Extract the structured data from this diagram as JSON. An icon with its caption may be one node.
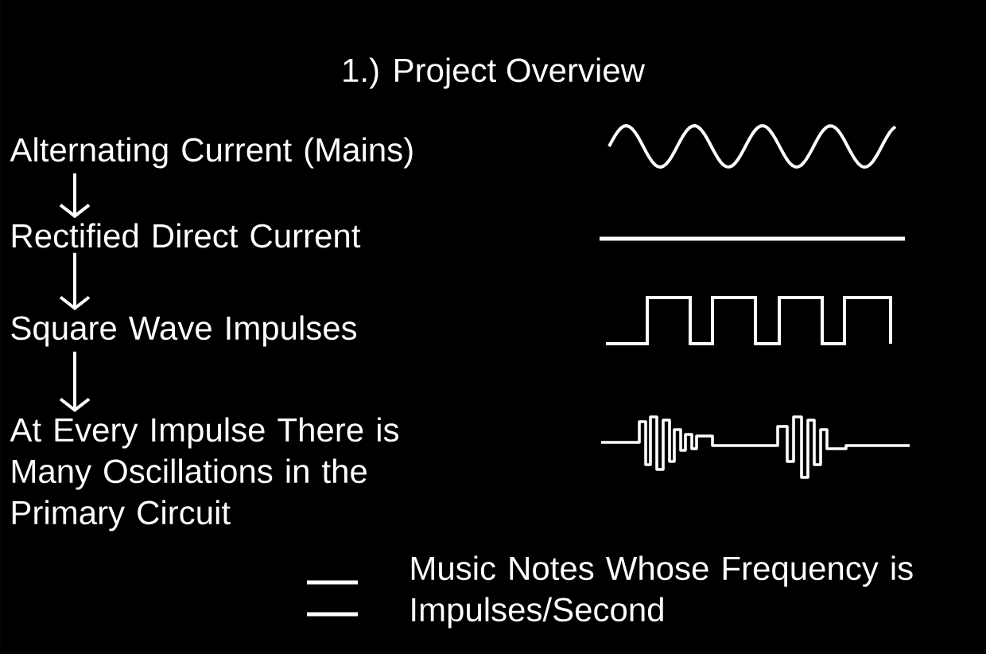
{
  "diagram": {
    "title": "1.) Project Overview",
    "nodes": [
      {
        "text": [
          "Alternating Current (Mains)"
        ]
      },
      {
        "text": [
          "Rectified Direct Current"
        ]
      },
      {
        "text": [
          "Square Wave Impulses"
        ]
      },
      {
        "text": [
          "At Every Impulse There is Many Oscillations in the Primary Circuit"
        ]
      }
    ],
    "edges": [
      {
        "from": 0,
        "to": 1,
        "arrow": "to"
      },
      {
        "from": 1,
        "to": 2,
        "arrow": "to"
      },
      {
        "from": 2,
        "to": 3,
        "arrow": "to"
      }
    ],
    "labels": [
      "Music Notes Whose Frequency is Impulses/Second"
    ]
  }
}
